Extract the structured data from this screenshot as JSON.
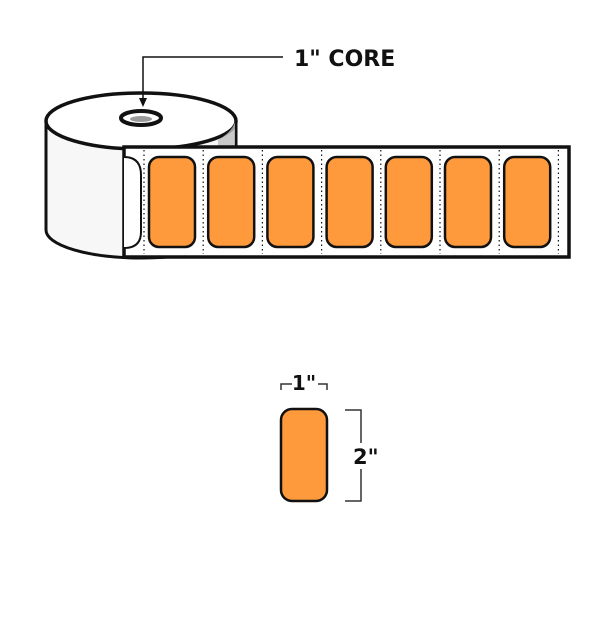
{
  "core_label": "1\" CORE",
  "label_width_label": "1\"",
  "label_height_label": "2\"",
  "roll_label_count": 7,
  "colors": {
    "label_fill": "#ff9a3c",
    "outline": "#111111",
    "roll_side": "#f7f7f7",
    "core_shadow": "#bdbdbd"
  }
}
